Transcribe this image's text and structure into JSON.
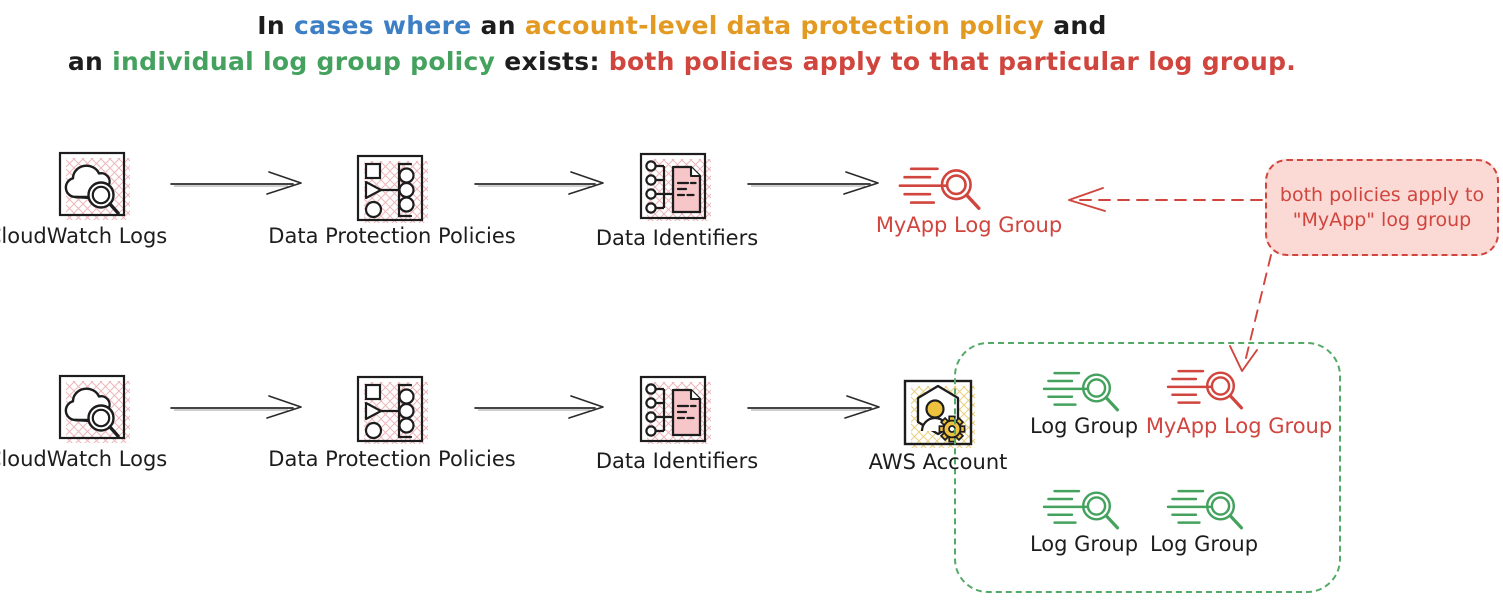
{
  "colors": {
    "ink": "#1d1d1e",
    "blue": "#3d7fc4",
    "orange": "#e39a22",
    "green": "#44a25e",
    "red": "#d0453e",
    "red_fill": "#fbd9d5",
    "pink_hatch": "#edb6ba",
    "pink_fill": "#f7c6c8",
    "yellow_hatch": "#e8d07f",
    "yellow_fill": "#eec13e",
    "green_box_border": "#55a967"
  },
  "title": {
    "line1": [
      {
        "text": "In ",
        "color": "ink"
      },
      {
        "text": "cases where",
        "color": "blue"
      },
      {
        "text": " an ",
        "color": "ink"
      },
      {
        "text": "account-level data protection policy",
        "color": "orange"
      },
      {
        "text": " and",
        "color": "ink"
      }
    ],
    "line2": [
      {
        "text": "an ",
        "color": "ink"
      },
      {
        "text": "individual log group policy",
        "color": "green"
      },
      {
        "text": " exists: ",
        "color": "ink"
      },
      {
        "text": "both policies apply to that particular log group.",
        "color": "red"
      }
    ]
  },
  "flow_top": {
    "nodes": [
      {
        "label": "CloudWatch Logs",
        "icon": "cloudwatch-logs-icon"
      },
      {
        "label": "Data Protection Policies",
        "icon": "data-protection-policies-icon"
      },
      {
        "label": "Data Identifiers",
        "icon": "data-identifiers-icon"
      },
      {
        "label": "MyApp Log Group",
        "icon": "log-group-icon",
        "color": "red"
      }
    ]
  },
  "flow_bottom": {
    "nodes": [
      {
        "label": "CloudWatch Logs",
        "icon": "cloudwatch-logs-icon"
      },
      {
        "label": "Data Protection Policies",
        "icon": "data-protection-policies-icon"
      },
      {
        "label": "Data Identifiers",
        "icon": "data-identifiers-icon"
      },
      {
        "label": "AWS Account",
        "icon": "aws-account-icon"
      }
    ]
  },
  "account_box": {
    "log_groups": [
      {
        "label": "Log Group",
        "icon": "log-group-icon",
        "color": "green"
      },
      {
        "label": "MyApp Log Group",
        "icon": "log-group-icon",
        "color": "red"
      },
      {
        "label": "Log Group",
        "icon": "log-group-icon",
        "color": "green"
      },
      {
        "label": "Log Group",
        "icon": "log-group-icon",
        "color": "green"
      }
    ]
  },
  "callout": {
    "line1": "both policies apply to",
    "line2": "\"MyApp\" log group"
  }
}
